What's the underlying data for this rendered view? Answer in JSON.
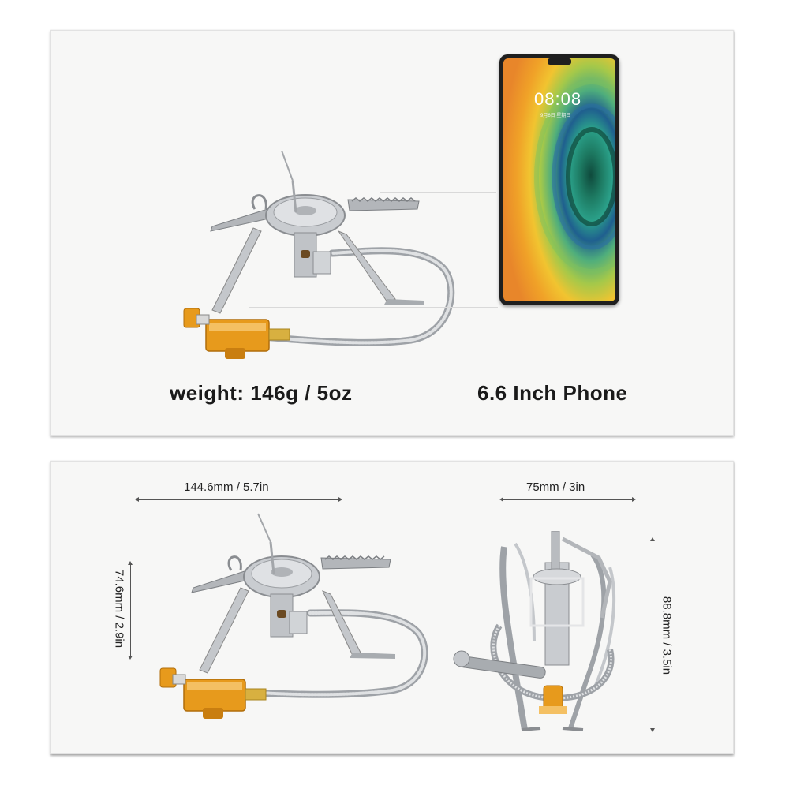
{
  "top_panel": {
    "weight_caption": "weight: 146g / 5oz",
    "phone_caption": "6.6 Inch Phone",
    "phone_screen": {
      "time": "08:08",
      "date": "9月6日 星期日"
    }
  },
  "bottom_panel": {
    "length_label": "144.6mm / 5.7in",
    "height_label": "74.6mm / 2.9in",
    "folded_width_label": "75mm / 3in",
    "folded_height_label": "88.8mm / 3.5in"
  },
  "colors": {
    "panel_background": "#f7f7f6",
    "brass_orange": "#e79a1c",
    "steel": "#b9bcc0",
    "phone_frame": "#1f1f1f"
  },
  "icons": [
    "camping-stove-image",
    "smartphone-image",
    "folded-stove-image"
  ]
}
